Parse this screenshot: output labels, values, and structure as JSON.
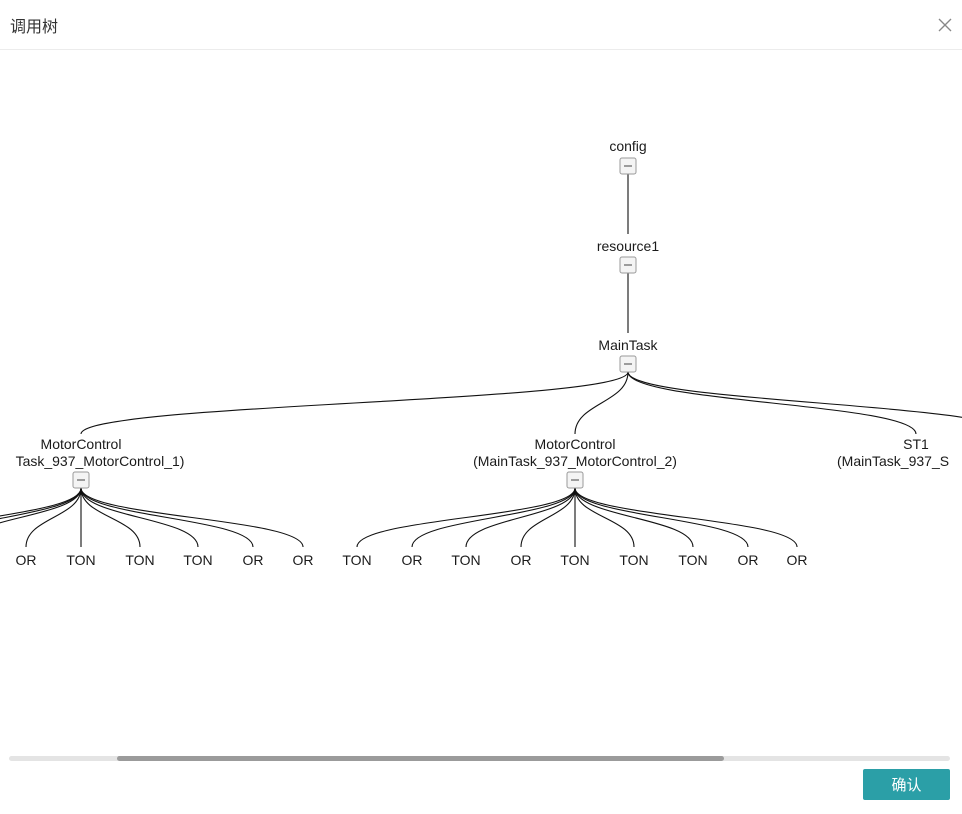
{
  "dialog": {
    "title": "调用树",
    "close_icon": "close-icon",
    "confirm_label": "确认"
  },
  "tree": {
    "nodes": {
      "config": {
        "label": "config"
      },
      "resource1": {
        "label": "resource1"
      },
      "maintask": {
        "label": "MainTask"
      },
      "motorcontrol_1": {
        "label1": "MotorControl",
        "label2": "Task_937_MotorControl_1)"
      },
      "motorcontrol_2": {
        "label1": "MotorControl",
        "label2": "(MainTask_937_MotorControl_2)"
      },
      "st1": {
        "label1": "ST1",
        "label2": "(MainTask_937_S"
      }
    },
    "group1_leaves": [
      "OR",
      "TON",
      "TON",
      "TON",
      "OR",
      "OR"
    ],
    "group2_leaves": [
      "TON",
      "OR",
      "TON",
      "OR",
      "TON",
      "TON",
      "TON",
      "OR",
      "OR"
    ],
    "toggle_icon": "minus-icon"
  },
  "colors": {
    "accent": "#2b9fa7",
    "line": "#111111",
    "scroll_thumb": "#9b9b9b",
    "scroll_track": "#e4e4e4"
  }
}
